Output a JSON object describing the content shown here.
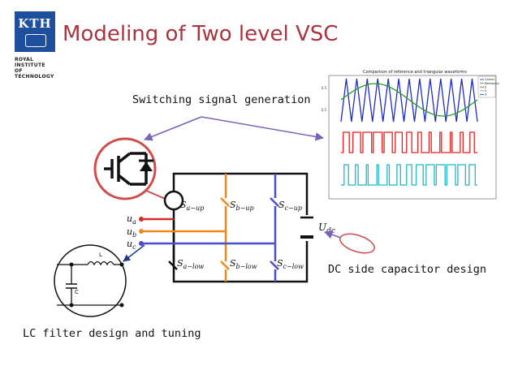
{
  "slide": {
    "title": "Modeling of Two level VSC",
    "logo_text": "KTH",
    "organization": [
      "ROYAL INSTITUTE",
      "OF TECHNOLOGY"
    ]
  },
  "callouts": {
    "switching": "Switching signal generation",
    "dc": "DC side capacitor design",
    "lc": "LC filter design and tuning"
  },
  "circuit": {
    "switches": {
      "a_up": "S",
      "a_up_sub": "a−up",
      "b_up": "S",
      "b_up_sub": "b−up",
      "c_up": "S",
      "c_up_sub": "c−up",
      "a_low": "S",
      "a_low_sub": "a−low",
      "b_low": "S",
      "b_low_sub": "b−low",
      "c_low": "S",
      "c_low_sub": "c−low"
    },
    "dc_voltage": "U",
    "dc_voltage_sub": "dc",
    "phases": [
      {
        "sym": "u",
        "sub": "a",
        "color": "#d42b2b"
      },
      {
        "sym": "u",
        "sub": "b",
        "color": "#f08a1e"
      },
      {
        "sym": "u",
        "sub": "c",
        "color": "#4a4fc9"
      }
    ],
    "filter": {
      "inductor": "L",
      "capacitor": "C"
    }
  },
  "waveform_panel": {
    "title": "Comparison of reference and triangular waveforms",
    "legend": [
      "Carrier",
      "Reference",
      "S",
      "S",
      "S"
    ],
    "colors": {
      "carrier": "#1f2fb8",
      "reference": "#2a9a2a",
      "red": "#e02020",
      "cyan": "#1fb8c8"
    }
  },
  "colors": {
    "title": "#a8343f",
    "brand": "#1d4f9c",
    "arrow": "#7a62b8",
    "callout_ring": "#d04a4a",
    "dc_bus": "#111111"
  }
}
